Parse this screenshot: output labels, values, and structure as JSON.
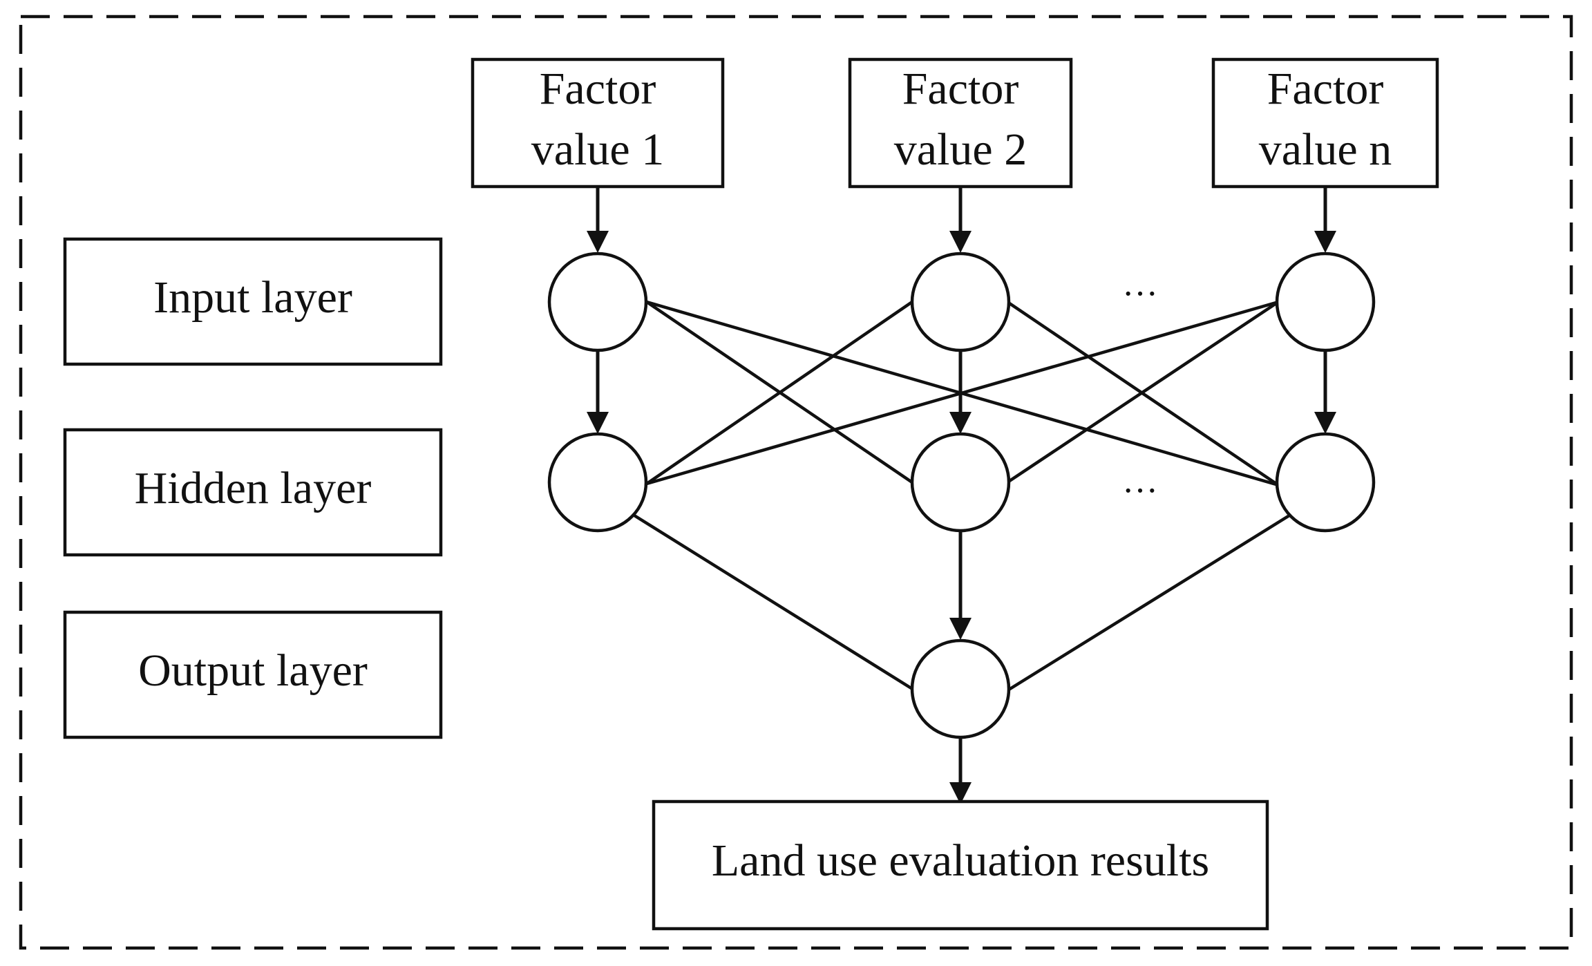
{
  "layer_labels": {
    "input": "Input layer",
    "hidden": "Hidden layer",
    "output": "Output layer"
  },
  "factors": [
    {
      "line1": "Factor",
      "line2": "value 1"
    },
    {
      "line1": "Factor",
      "line2": "value 2"
    },
    {
      "line1": "Factor",
      "line2": "value n"
    }
  ],
  "ellipsis": {
    "input_row": "···",
    "hidden_row": "···"
  },
  "result": "Land use evaluation results",
  "colors": {
    "stroke": "#111111",
    "background": "#ffffff"
  }
}
